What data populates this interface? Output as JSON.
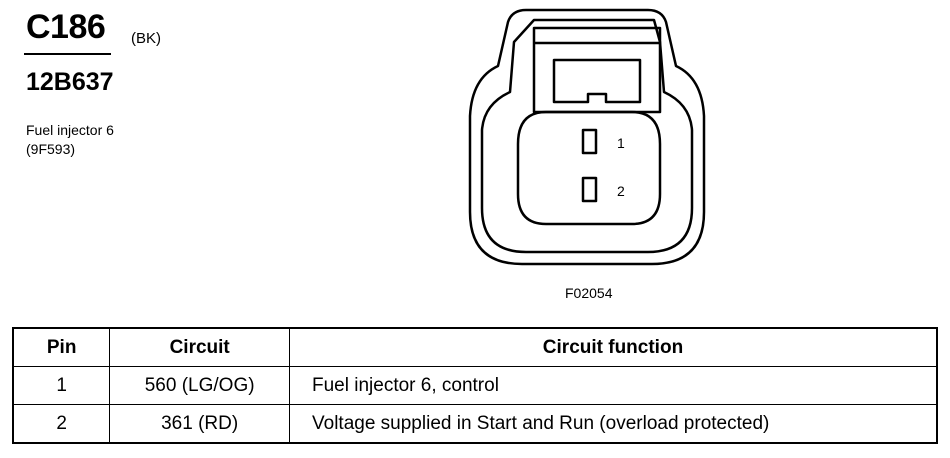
{
  "header": {
    "connector_id": "C186",
    "color_code": "(BK)",
    "part_number": "12B637",
    "description_line1": "Fuel injector 6",
    "description_line2": "(9F593)"
  },
  "diagram": {
    "pin_labels": [
      "1",
      "2"
    ],
    "figure_id": "F02054"
  },
  "table": {
    "headers": [
      "Pin",
      "Circuit",
      "Circuit function"
    ],
    "rows": [
      {
        "pin": "1",
        "circuit": "560 (LG/OG)",
        "function": "Fuel injector 6, control"
      },
      {
        "pin": "2",
        "circuit": "361 (RD)",
        "function": "Voltage supplied in Start and Run (overload protected)"
      }
    ]
  }
}
